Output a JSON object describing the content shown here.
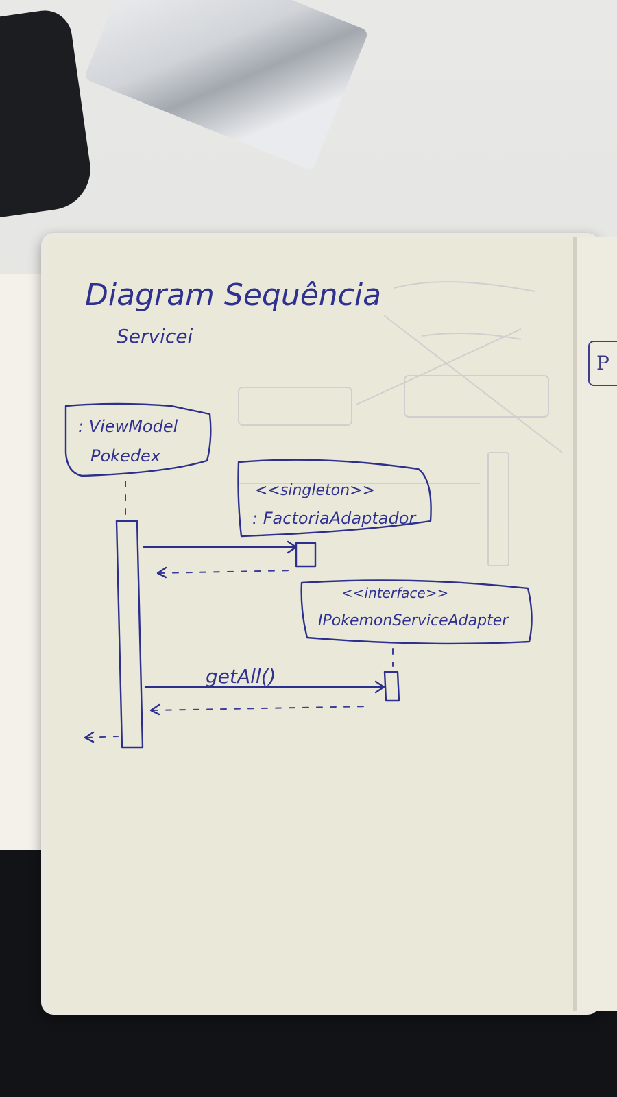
{
  "page": {
    "title_line1": "Diagram Sequência",
    "title_line2": "Servicei"
  },
  "lifelines": [
    {
      "id": "viewmodel",
      "line1": ": ViewModel",
      "line2": "Pokedex"
    },
    {
      "id": "factory",
      "line1": "<<singleton>>",
      "line2": ": FactoriaAdaptador"
    },
    {
      "id": "service",
      "line1": "<<interface>>",
      "line2": "IPokemonServiceAdapter"
    }
  ],
  "messages": [
    {
      "from": "viewmodel",
      "to": "factory",
      "label": "",
      "kind": "call"
    },
    {
      "from": "factory",
      "to": "viewmodel",
      "label": "",
      "kind": "return"
    },
    {
      "from": "viewmodel",
      "to": "service",
      "label": "getAll()",
      "kind": "call"
    },
    {
      "from": "service",
      "to": "viewmodel",
      "label": "",
      "kind": "return"
    }
  ],
  "right_page": {
    "fragment": "P"
  },
  "colors": {
    "ink": "#2d2f8e",
    "paper": "#eae8d8"
  }
}
